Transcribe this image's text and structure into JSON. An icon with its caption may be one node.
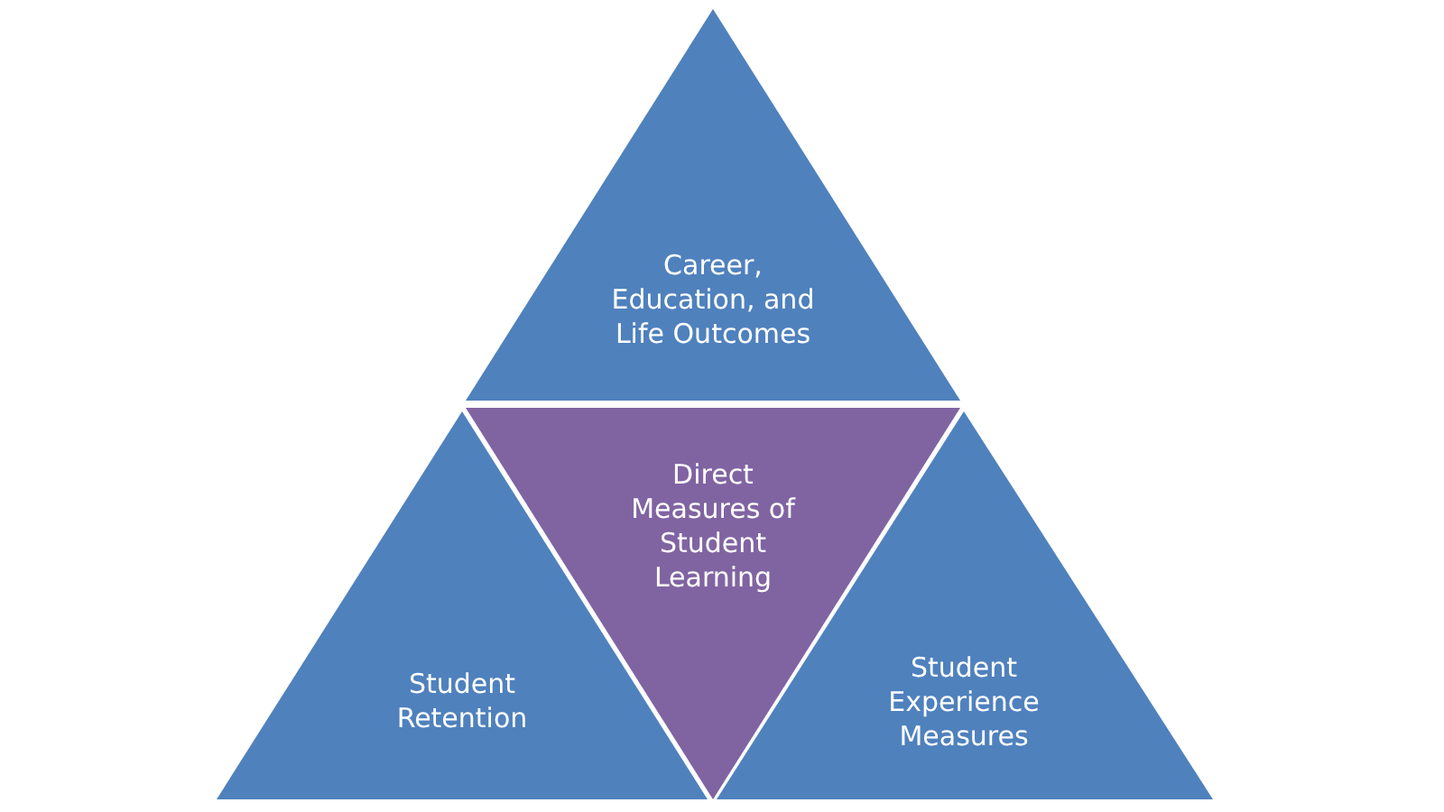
{
  "diagram": {
    "nodes": [
      {
        "text": [
          "Career, Education, and Life Outcomes"
        ]
      },
      {
        "text": [
          "Student Retention"
        ]
      },
      {
        "text": [
          "Direct Measures of Student Learning"
        ]
      },
      {
        "text": [
          "Student Experience Measures"
        ]
      }
    ]
  }
}
